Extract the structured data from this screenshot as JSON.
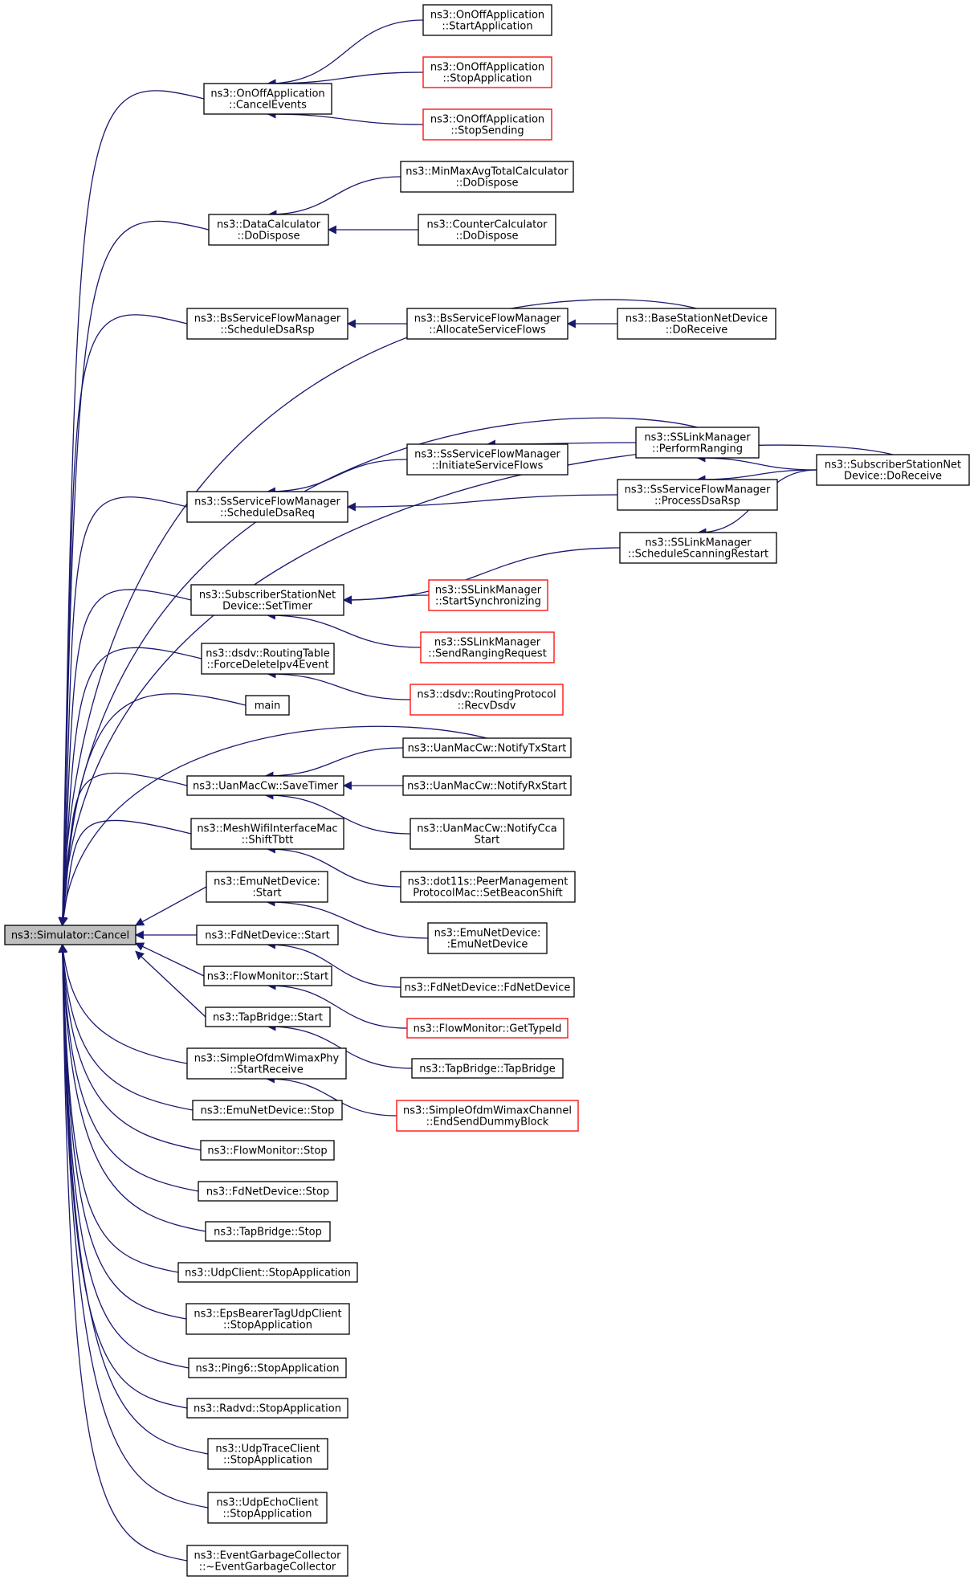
{
  "graph_title": "",
  "colors": {
    "edge": "#191970",
    "node_border": "#000000",
    "undocumented_border": "#ff0000",
    "root_fill": "#bfbfbf",
    "background": "#ffffff"
  },
  "nodes": [
    {
      "id": "cancel",
      "lines": [
        "ns3::Simulator::Cancel"
      ],
      "style": "root"
    },
    {
      "id": "onoff_cancel",
      "lines": [
        "ns3::OnOffApplication",
        "::CancelEvents"
      ],
      "style": "normal"
    },
    {
      "id": "onoff_startapp",
      "lines": [
        "ns3::OnOffApplication",
        "::StartApplication"
      ],
      "style": "normal"
    },
    {
      "id": "onoff_stopapp",
      "lines": [
        "ns3::OnOffApplication",
        "::StopApplication"
      ],
      "style": "undocumented"
    },
    {
      "id": "onoff_stopsend",
      "lines": [
        "ns3::OnOffApplication",
        "::StopSending"
      ],
      "style": "undocumented"
    },
    {
      "id": "datacalc_dispose",
      "lines": [
        "ns3::DataCalculator",
        "::DoDispose"
      ],
      "style": "normal"
    },
    {
      "id": "minmax_dispose",
      "lines": [
        "ns3::MinMaxAvgTotalCalculator",
        "::DoDispose"
      ],
      "style": "normal"
    },
    {
      "id": "counter_dispose",
      "lines": [
        "ns3::CounterCalculator",
        "::DoDispose"
      ],
      "style": "normal"
    },
    {
      "id": "bssfm_dsarsp",
      "lines": [
        "ns3::BsServiceFlowManager",
        "::ScheduleDsaRsp"
      ],
      "style": "normal"
    },
    {
      "id": "bssfm_alloc",
      "lines": [
        "ns3::BsServiceFlowManager",
        "::AllocateServiceFlows"
      ],
      "style": "normal"
    },
    {
      "id": "bsnet_receive",
      "lines": [
        "ns3::BaseStationNetDevice",
        "::DoReceive"
      ],
      "style": "normal"
    },
    {
      "id": "sslm_ranging",
      "lines": [
        "ns3::SSLinkManager",
        "::PerformRanging"
      ],
      "style": "normal"
    },
    {
      "id": "sssfm_initiate",
      "lines": [
        "ns3::SsServiceFlowManager",
        "::InitiateServiceFlows"
      ],
      "style": "normal"
    },
    {
      "id": "ssnet_receive",
      "lines": [
        "ns3::SubscriberStationNet",
        "Device::DoReceive"
      ],
      "style": "normal"
    },
    {
      "id": "sssfm_dsareq",
      "lines": [
        "ns3::SsServiceFlowManager",
        "::ScheduleDsaReq"
      ],
      "style": "normal"
    },
    {
      "id": "sssfm_dsarsp",
      "lines": [
        "ns3::SsServiceFlowManager",
        "::ProcessDsaRsp"
      ],
      "style": "normal"
    },
    {
      "id": "sslm_scan",
      "lines": [
        "ns3::SSLinkManager",
        "::ScheduleScanningRestart"
      ],
      "style": "normal"
    },
    {
      "id": "ssnet_settimer",
      "lines": [
        "ns3::SubscriberStationNet",
        "Device::SetTimer"
      ],
      "style": "normal"
    },
    {
      "id": "sslm_sync",
      "lines": [
        "ns3::SSLinkManager",
        "::StartSynchronizing"
      ],
      "style": "undocumented"
    },
    {
      "id": "sslm_sendrange",
      "lines": [
        "ns3::SSLinkManager",
        "::SendRangingRequest"
      ],
      "style": "undocumented"
    },
    {
      "id": "dsdv_force",
      "lines": [
        "ns3::dsdv::RoutingTable",
        "::ForceDeleteIpv4Event"
      ],
      "style": "normal"
    },
    {
      "id": "dsdv_recv",
      "lines": [
        "ns3::dsdv::RoutingProtocol",
        "::RecvDsdv"
      ],
      "style": "undocumented"
    },
    {
      "id": "main",
      "lines": [
        "main"
      ],
      "style": "normal"
    },
    {
      "id": "uan_txstart",
      "lines": [
        "ns3::UanMacCw::NotifyTxStart"
      ],
      "style": "normal"
    },
    {
      "id": "uan_savetimer",
      "lines": [
        "ns3::UanMacCw::SaveTimer"
      ],
      "style": "normal"
    },
    {
      "id": "uan_rxstart",
      "lines": [
        "ns3::UanMacCw::NotifyRxStart"
      ],
      "style": "normal"
    },
    {
      "id": "uan_cca",
      "lines": [
        "ns3::UanMacCw::NotifyCca",
        "Start"
      ],
      "style": "normal"
    },
    {
      "id": "mesh_shift",
      "lines": [
        "ns3::MeshWifiInterfaceMac",
        "::ShiftTbtt"
      ],
      "style": "normal"
    },
    {
      "id": "dot11s_beacon",
      "lines": [
        "ns3::dot11s::PeerManagement",
        "ProtocolMac::SetBeaconShift"
      ],
      "style": "normal"
    },
    {
      "id": "emu_start",
      "lines": [
        "ns3::EmuNetDevice:",
        ":Start"
      ],
      "style": "normal"
    },
    {
      "id": "emu_ctor",
      "lines": [
        "ns3::EmuNetDevice:",
        ":EmuNetDevice"
      ],
      "style": "normal"
    },
    {
      "id": "fd_start",
      "lines": [
        "ns3::FdNetDevice::Start"
      ],
      "style": "normal"
    },
    {
      "id": "fd_ctor",
      "lines": [
        "ns3::FdNetDevice::FdNetDevice"
      ],
      "style": "normal"
    },
    {
      "id": "fm_start",
      "lines": [
        "ns3::FlowMonitor::Start"
      ],
      "style": "normal"
    },
    {
      "id": "fm_typeid",
      "lines": [
        "ns3::FlowMonitor::GetTypeId"
      ],
      "style": "undocumented"
    },
    {
      "id": "tap_start",
      "lines": [
        "ns3::TapBridge::Start"
      ],
      "style": "normal"
    },
    {
      "id": "tap_ctor",
      "lines": [
        "ns3::TapBridge::TapBridge"
      ],
      "style": "normal"
    },
    {
      "id": "ofdm_recv",
      "lines": [
        "ns3::SimpleOfdmWimaxPhy",
        "::StartReceive"
      ],
      "style": "normal"
    },
    {
      "id": "ofdm_dummy",
      "lines": [
        "ns3::SimpleOfdmWimaxChannel",
        "::EndSendDummyBlock"
      ],
      "style": "undocumented"
    },
    {
      "id": "emu_stop",
      "lines": [
        "ns3::EmuNetDevice::Stop"
      ],
      "style": "normal"
    },
    {
      "id": "fm_stop",
      "lines": [
        "ns3::FlowMonitor::Stop"
      ],
      "style": "normal"
    },
    {
      "id": "fd_stop",
      "lines": [
        "ns3::FdNetDevice::Stop"
      ],
      "style": "normal"
    },
    {
      "id": "tap_stop",
      "lines": [
        "ns3::TapBridge::Stop"
      ],
      "style": "normal"
    },
    {
      "id": "udpclient_stop",
      "lines": [
        "ns3::UdpClient::StopApplication"
      ],
      "style": "normal"
    },
    {
      "id": "eps_stop",
      "lines": [
        "ns3::EpsBearerTagUdpClient",
        "::StopApplication"
      ],
      "style": "normal"
    },
    {
      "id": "ping6_stop",
      "lines": [
        "ns3::Ping6::StopApplication"
      ],
      "style": "normal"
    },
    {
      "id": "radvd_stop",
      "lines": [
        "ns3::Radvd::StopApplication"
      ],
      "style": "normal"
    },
    {
      "id": "udptrace_stop",
      "lines": [
        "ns3::UdpTraceClient",
        "::StopApplication"
      ],
      "style": "normal"
    },
    {
      "id": "udpecho_stop",
      "lines": [
        "ns3::UdpEchoClient",
        "::StopApplication"
      ],
      "style": "normal"
    },
    {
      "id": "egc_dtor",
      "lines": [
        "ns3::EventGarbageCollector",
        "::~EventGarbageCollector"
      ],
      "style": "normal"
    }
  ],
  "edges": [
    {
      "from": "onoff_cancel",
      "to": "cancel"
    },
    {
      "from": "datacalc_dispose",
      "to": "cancel"
    },
    {
      "from": "bsnet_receive",
      "to": "cancel"
    },
    {
      "from": "bssfm_dsarsp",
      "to": "cancel"
    },
    {
      "from": "ssnet_receive",
      "to": "cancel"
    },
    {
      "from": "sslm_ranging",
      "to": "cancel"
    },
    {
      "from": "sssfm_dsareq",
      "to": "cancel"
    },
    {
      "from": "ssnet_settimer",
      "to": "cancel"
    },
    {
      "from": "dsdv_force",
      "to": "cancel"
    },
    {
      "from": "main",
      "to": "cancel"
    },
    {
      "from": "uan_txstart",
      "to": "cancel"
    },
    {
      "from": "uan_savetimer",
      "to": "cancel"
    },
    {
      "from": "mesh_shift",
      "to": "cancel"
    },
    {
      "from": "emu_start",
      "to": "cancel"
    },
    {
      "from": "fd_start",
      "to": "cancel"
    },
    {
      "from": "fm_start",
      "to": "cancel"
    },
    {
      "from": "tap_start",
      "to": "cancel"
    },
    {
      "from": "ofdm_recv",
      "to": "cancel"
    },
    {
      "from": "emu_stop",
      "to": "cancel"
    },
    {
      "from": "fm_stop",
      "to": "cancel"
    },
    {
      "from": "fd_stop",
      "to": "cancel"
    },
    {
      "from": "tap_stop",
      "to": "cancel"
    },
    {
      "from": "udpclient_stop",
      "to": "cancel"
    },
    {
      "from": "eps_stop",
      "to": "cancel"
    },
    {
      "from": "ping6_stop",
      "to": "cancel"
    },
    {
      "from": "radvd_stop",
      "to": "cancel"
    },
    {
      "from": "udptrace_stop",
      "to": "cancel"
    },
    {
      "from": "udpecho_stop",
      "to": "cancel"
    },
    {
      "from": "egc_dtor",
      "to": "cancel"
    },
    {
      "from": "onoff_startapp",
      "to": "onoff_cancel"
    },
    {
      "from": "onoff_stopapp",
      "to": "onoff_cancel"
    },
    {
      "from": "onoff_stopsend",
      "to": "onoff_cancel"
    },
    {
      "from": "minmax_dispose",
      "to": "datacalc_dispose"
    },
    {
      "from": "counter_dispose",
      "to": "datacalc_dispose"
    },
    {
      "from": "bssfm_alloc",
      "to": "bssfm_dsarsp"
    },
    {
      "from": "bsnet_receive",
      "to": "bssfm_alloc"
    },
    {
      "from": "ssnet_receive",
      "to": "sslm_ranging"
    },
    {
      "from": "sslm_ranging",
      "to": "sssfm_initiate"
    },
    {
      "from": "sssfm_initiate",
      "to": "sssfm_dsareq"
    },
    {
      "from": "sssfm_dsarsp",
      "to": "sssfm_dsareq"
    },
    {
      "from": "ssnet_receive",
      "to": "sssfm_dsarsp"
    },
    {
      "from": "ssnet_receive",
      "to": "sslm_scan"
    },
    {
      "from": "sslm_scan",
      "to": "ssnet_settimer"
    },
    {
      "from": "sslm_sync",
      "to": "ssnet_settimer"
    },
    {
      "from": "sslm_sendrange",
      "to": "ssnet_settimer"
    },
    {
      "from": "dsdv_recv",
      "to": "dsdv_force"
    },
    {
      "from": "uan_txstart",
      "to": "uan_savetimer"
    },
    {
      "from": "uan_rxstart",
      "to": "uan_savetimer"
    },
    {
      "from": "uan_cca",
      "to": "uan_savetimer"
    },
    {
      "from": "dot11s_beacon",
      "to": "mesh_shift"
    },
    {
      "from": "emu_ctor",
      "to": "emu_start"
    },
    {
      "from": "fd_ctor",
      "to": "fd_start"
    },
    {
      "from": "fm_typeid",
      "to": "fm_start"
    },
    {
      "from": "tap_ctor",
      "to": "tap_start"
    },
    {
      "from": "ofdm_dummy",
      "to": "ofdm_recv"
    }
  ]
}
